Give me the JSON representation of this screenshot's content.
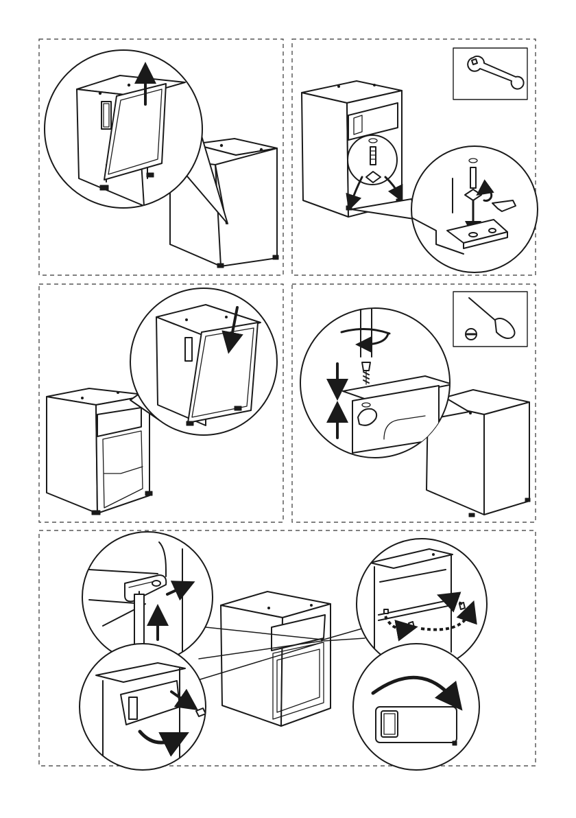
{
  "panels": [
    {
      "id": 1,
      "step": "detach-door",
      "tools": []
    },
    {
      "id": 2,
      "step": "reposition-feet-and-hinge",
      "tools": [
        "wrench-icon"
      ]
    },
    {
      "id": 3,
      "step": "fit-door",
      "tools": []
    },
    {
      "id": 4,
      "step": "screw-top-hinge",
      "tools": [
        "screwdriver-icon",
        "flat-screw-head-icon"
      ]
    },
    {
      "id": 5,
      "step": "swap-handle-and-door-pins",
      "tools": []
    }
  ],
  "colors": {
    "line": "#1a1a1a",
    "background": "#ffffff",
    "fill": "#ededed"
  }
}
